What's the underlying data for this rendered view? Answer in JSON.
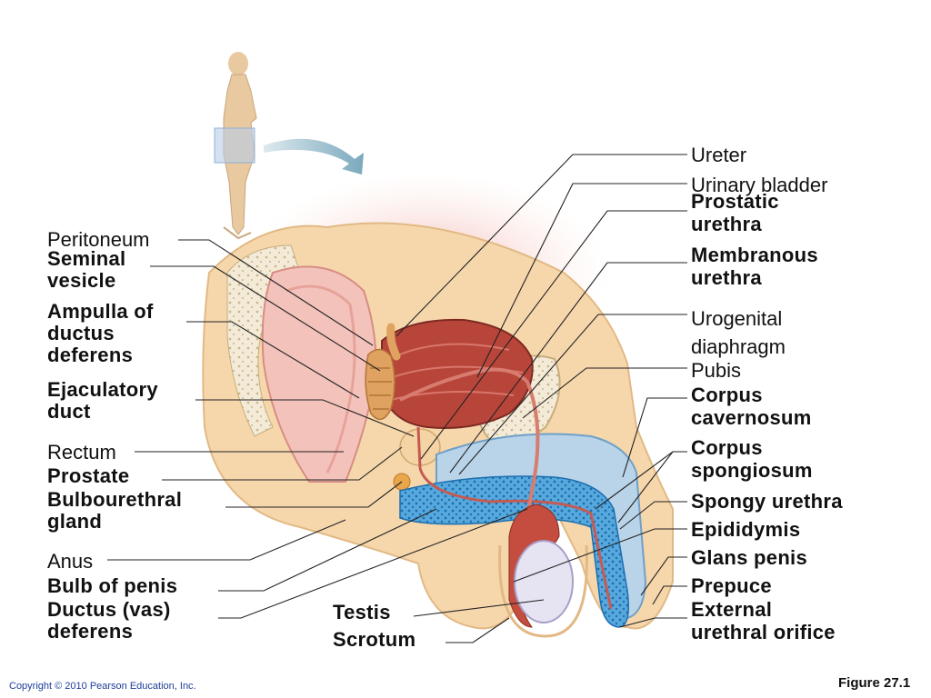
{
  "labels": {
    "ureter": "Ureter",
    "urinary_bladder": "Urinary bladder",
    "prostatic_urethra_1": "Prostatic",
    "prostatic_urethra_2": "urethra",
    "membranous_urethra_1": "Membranous",
    "membranous_urethra_2": "urethra",
    "urogenital_diaphragm_1": "Urogenital",
    "urogenital_diaphragm_2": "diaphragm",
    "pubis": "Pubis",
    "corpus_cavernosum_1": "Corpus",
    "corpus_cavernosum_2": "cavernosum",
    "corpus_spongiosum_1": "Corpus",
    "corpus_spongiosum_2": "spongiosum",
    "spongy_urethra": "Spongy urethra",
    "epididymis": "Epididymis",
    "glans_penis": "Glans penis",
    "prepuce": "Prepuce",
    "external_urethral_orifice_1": "External",
    "external_urethral_orifice_2": "urethral orifice",
    "peritoneum": "Peritoneum",
    "seminal_vesicle_1": "Seminal",
    "seminal_vesicle_2": "vesicle",
    "ampulla_1": "Ampulla of",
    "ampulla_2": "ductus",
    "ampulla_3": "deferens",
    "ejaculatory_duct_1": "Ejaculatory",
    "ejaculatory_duct_2": "duct",
    "rectum": "Rectum",
    "prostate": "Prostate",
    "bulbourethral_1": "Bulbourethral",
    "bulbourethral_2": "gland",
    "anus": "Anus",
    "bulb_of_penis": "Bulb of penis",
    "ductus_deferens_1": "Ductus (vas)",
    "ductus_deferens_2": "deferens",
    "testis": "Testis",
    "scrotum": "Scrotum"
  },
  "footer": {
    "copyright": "Copyright © 2010 Pearson Education, Inc.",
    "figure": "Figure 27.1"
  },
  "colors": {
    "skin": "#f6d7ac",
    "bladder": "#b8453a",
    "spongiosum": "#4a9fd6",
    "cavernosum": "#b9d3e8",
    "testis": "#e6e4f2",
    "leader": "#222222"
  }
}
